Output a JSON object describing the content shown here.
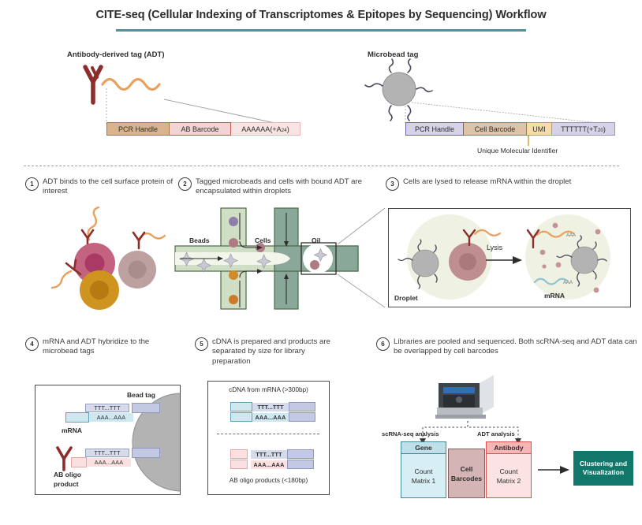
{
  "title": "CITE-seq (Cellular Indexing of Transcriptomes & Epitopes by Sequencing) Workflow",
  "colors": {
    "title_rule": "#4d8f9e",
    "antibody": "#8c2f2c",
    "adt_linker": "#e8a05e",
    "bead_grey": "#b3b3b3",
    "pcr_handle_adt_fill": "#d9b38c",
    "pcr_handle_adt_border": "#a8763f",
    "ab_barcode_fill": "#f2d4d4",
    "ab_barcode_border": "#c9534f",
    "polyA_fill": "#fae3e3",
    "polyA_border": "#e8b4b4",
    "pcr_handle_bead_fill": "#d6d3e8",
    "pcr_handle_bead_border": "#6b5fa8",
    "cell_barcode_fill": "#ddc4a8",
    "cell_barcode_border": "#a8763f",
    "umi_fill": "#f7dca8",
    "umi_border": "#d19a2e",
    "polyT_fill": "#d6d3e8",
    "polyT_border": "#9a93c4",
    "cell_pink": "#c4637f",
    "cell_gold": "#cf9320",
    "cell_mauve": "#bda0a0",
    "channel_green_light": "#cfdec4",
    "channel_green_dark": "#8aa89a",
    "channel_border": "#4a6b48",
    "droplet_fill": "#eff2e2",
    "mrna_blue": "#8fc3d1",
    "gene_fill": "#d8eef5",
    "gene_head": "#bfe0e8",
    "gene_border": "#3d8a96",
    "barcodes_fill": "#d4b4b4",
    "barcodes_border": "#8a5f5f",
    "antibody_fill": "#fce3e3",
    "antibody_head": "#f6b6b6",
    "antibody_border": "#d9534f",
    "clustering_fill": "#12776b"
  },
  "adt": {
    "heading": "Antibody-derived tag (ADT)",
    "segments": [
      {
        "label": "PCR Handle",
        "width": 80
      },
      {
        "label": "AB Barcode",
        "width": 78
      },
      {
        "label": "AAAAAA(+A",
        "sub": "24",
        "tail": ")",
        "width": 88
      }
    ]
  },
  "microbead": {
    "heading": "Microbead tag",
    "segments": [
      {
        "label": "PCR Handle",
        "width": 74
      },
      {
        "label": "Cell Barcode",
        "width": 80
      },
      {
        "label": "UMI",
        "width": 32
      },
      {
        "label": "TTTTTT(+T",
        "sub": "20",
        "tail": ")",
        "width": 80
      }
    ],
    "umi_caption": "Unique Molecular Identifier"
  },
  "steps": [
    {
      "num": "1",
      "text": "ADT binds to the cell surface protein of interest"
    },
    {
      "num": "2",
      "text": "Tagged microbeads and cells with bound ADT are encapsulated within droplets"
    },
    {
      "num": "3",
      "text": "Cells are lysed to release mRNA within the droplet"
    },
    {
      "num": "4",
      "text": "mRNA and ADT hybridize to the microbead tags"
    },
    {
      "num": "5",
      "text": "cDNA is prepared and products are separated by size for library preparation"
    },
    {
      "num": "6",
      "text": "Libraries are pooled and sequenced. Both scRNA-seq and ADT data can be overlapped by cell barcodes"
    }
  ],
  "step2": {
    "beads_label": "Beads",
    "cells_label": "Cells",
    "oil_label": "Oil"
  },
  "step3": {
    "droplet_label": "Droplet",
    "lysis_label": "Lysis",
    "mrna_label": "mRNA"
  },
  "step4": {
    "bead_tag_label": "Bead tag",
    "mrna_label": "mRNA",
    "ab_oligo_label_1": "AB oligo",
    "ab_oligo_label_2": "product",
    "top_strand": "TTT...TTT",
    "bottom_strand": "AAA...AAA"
  },
  "step5": {
    "top_caption": "cDNA from mRNA (>300bp)",
    "bottom_caption": "AB oligo products (<180bp)",
    "t_strand": "TTT...TTT",
    "a_strand": "AAA...AAA"
  },
  "step6": {
    "scrna_label": "scRNA-seq analysis",
    "adt_label": "ADT analysis",
    "gene_head": "Gene",
    "gene_body_1": "Count",
    "gene_body_2": "Matrix 1",
    "barcodes_head_1": "Cell",
    "barcodes_head_2": "Barcodes",
    "antibody_head": "Antibody",
    "antibody_body_1": "Count",
    "antibody_body_2": "Matrix 2",
    "clustering_1": "Clustering and",
    "clustering_2": "Visualization"
  }
}
